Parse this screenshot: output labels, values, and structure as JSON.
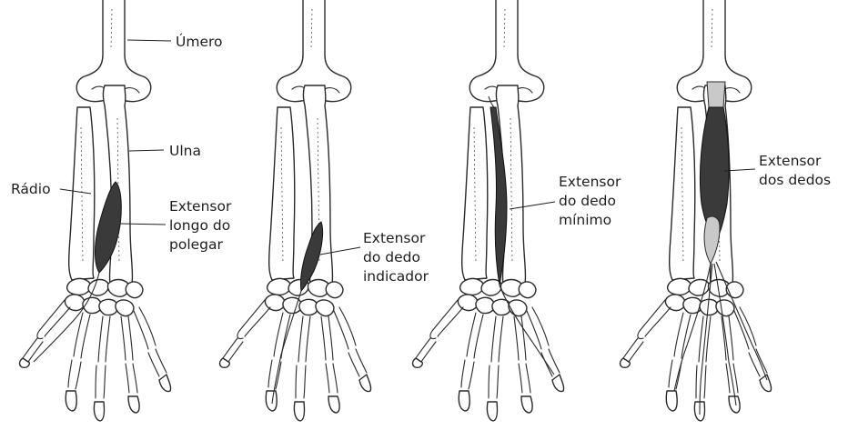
{
  "colors": {
    "bone_fill": "#ffffff",
    "outline": "#2a2a2a",
    "muscle": "#3a3a3a",
    "tendon_pale": "#c9c9c9",
    "label": "#1e1e1e"
  },
  "panels": [
    {
      "labels": {
        "umero": "Úmero",
        "ulna": "Ulna",
        "radio": "Rádio",
        "muscle": [
          "Extensor",
          "longo do",
          "polegar"
        ]
      }
    },
    {
      "labels": {
        "muscle": [
          "Extensor",
          "do dedo",
          "indicador"
        ]
      }
    },
    {
      "labels": {
        "muscle": [
          "Extensor",
          "do dedo",
          "mínimo"
        ]
      }
    },
    {
      "labels": {
        "muscle": [
          "Extensor",
          "dos dedos"
        ]
      }
    }
  ]
}
